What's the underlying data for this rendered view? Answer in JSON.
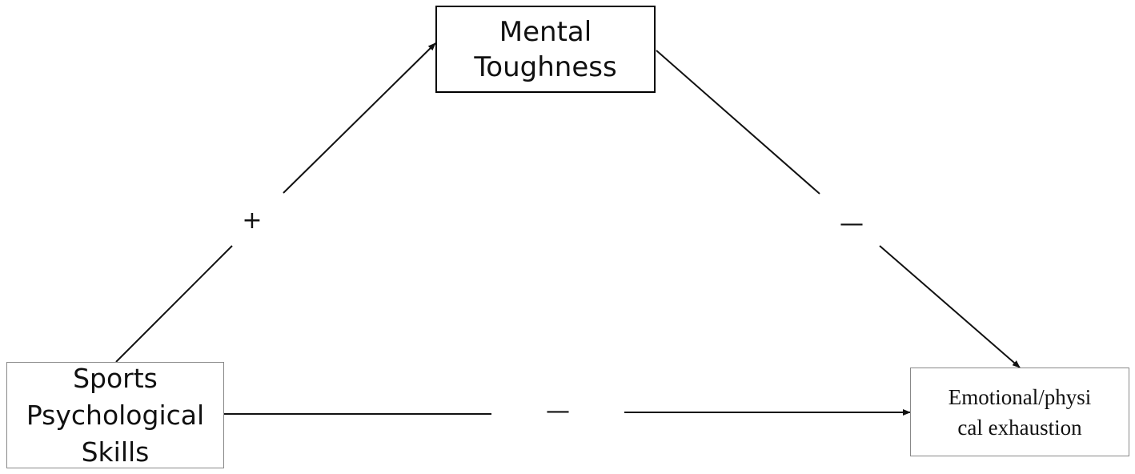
{
  "diagram": {
    "nodes": {
      "mental_toughness": {
        "label": "Mental\nToughness"
      },
      "sports_psychological_skills": {
        "label": "Sports\nPsychological\nSkills"
      },
      "emotional_physical_exhaustion": {
        "label": "Emotional/physi\ncal exhaustion"
      }
    },
    "edges": {
      "sps_to_mt": {
        "sign": "+"
      },
      "mt_to_epe": {
        "sign": "—"
      },
      "sps_to_epe": {
        "sign": "—"
      }
    },
    "colors": {
      "line": "#111111",
      "text": "#111111",
      "box_border_primary": "#000000",
      "box_border_secondary": "#888888"
    }
  }
}
